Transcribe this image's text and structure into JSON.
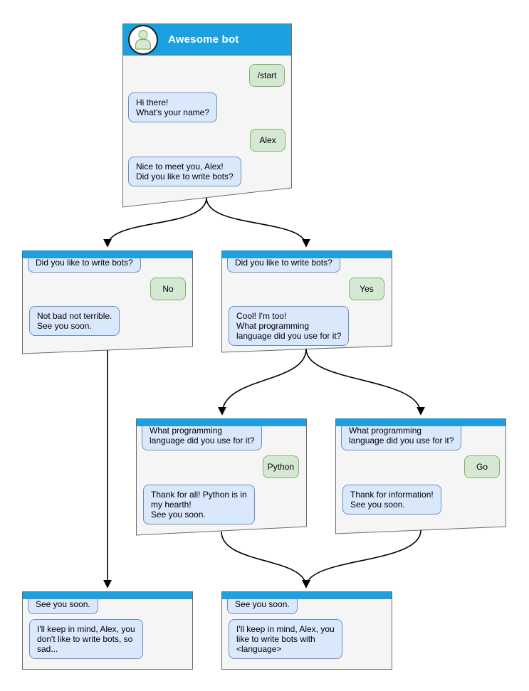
{
  "colors": {
    "header_blue": "#1BA1E2",
    "node_fill": "#F5F5F5",
    "node_border": "#666666",
    "bot_bubble_fill": "#DAE8FC",
    "bot_bubble_border": "#6C8EBF",
    "user_bubble_fill": "#D5E8D4",
    "user_bubble_border": "#82B366",
    "arrow_color": "#000000",
    "header_text_color": "#FFFFFF"
  },
  "diagram": {
    "main": {
      "title": "Awesome bot",
      "avatar": "person-icon",
      "messages": [
        {
          "from": "user",
          "text": "/start"
        },
        {
          "from": "bot",
          "text": "Hi there!\nWhat's your name?"
        },
        {
          "from": "user",
          "text": "Alex"
        },
        {
          "from": "bot",
          "text": "Nice to meet you, Alex!\nDid you like to write bots?"
        }
      ]
    },
    "branch_no": {
      "messages": [
        {
          "from": "bot",
          "text": "Did you like to write bots?"
        },
        {
          "from": "user",
          "text": "No"
        },
        {
          "from": "bot",
          "text": "Not bad not terrible.\nSee you soon."
        }
      ]
    },
    "branch_yes": {
      "messages": [
        {
          "from": "bot",
          "text": "Did you like to write bots?"
        },
        {
          "from": "user",
          "text": "Yes"
        },
        {
          "from": "bot",
          "text": "Cool! I'm too!\nWhat programming\nlanguage did you use for it?"
        }
      ]
    },
    "branch_python": {
      "messages": [
        {
          "from": "bot",
          "text": "What programming\nlanguage did you use for it?"
        },
        {
          "from": "user",
          "text": "Python"
        },
        {
          "from": "bot",
          "text": "Thank for all! Python is in\nmy hearth!\nSee you soon."
        }
      ]
    },
    "branch_go": {
      "messages": [
        {
          "from": "bot",
          "text": "What programming\nlanguage did you use for it?"
        },
        {
          "from": "user",
          "text": "Go"
        },
        {
          "from": "bot",
          "text": "Thank for information!\nSee you soon."
        }
      ]
    },
    "end_no": {
      "messages": [
        {
          "from": "bot",
          "text": "See you soon."
        },
        {
          "from": "bot",
          "text": "I'll keep in mind, Alex, you\ndon't like to write bots, so\nsad..."
        }
      ]
    },
    "end_language": {
      "messages": [
        {
          "from": "bot",
          "text": "See you soon."
        },
        {
          "from": "bot",
          "text": "I'll keep in mind, Alex, you\nlike to write bots with\n<language>"
        }
      ]
    }
  }
}
